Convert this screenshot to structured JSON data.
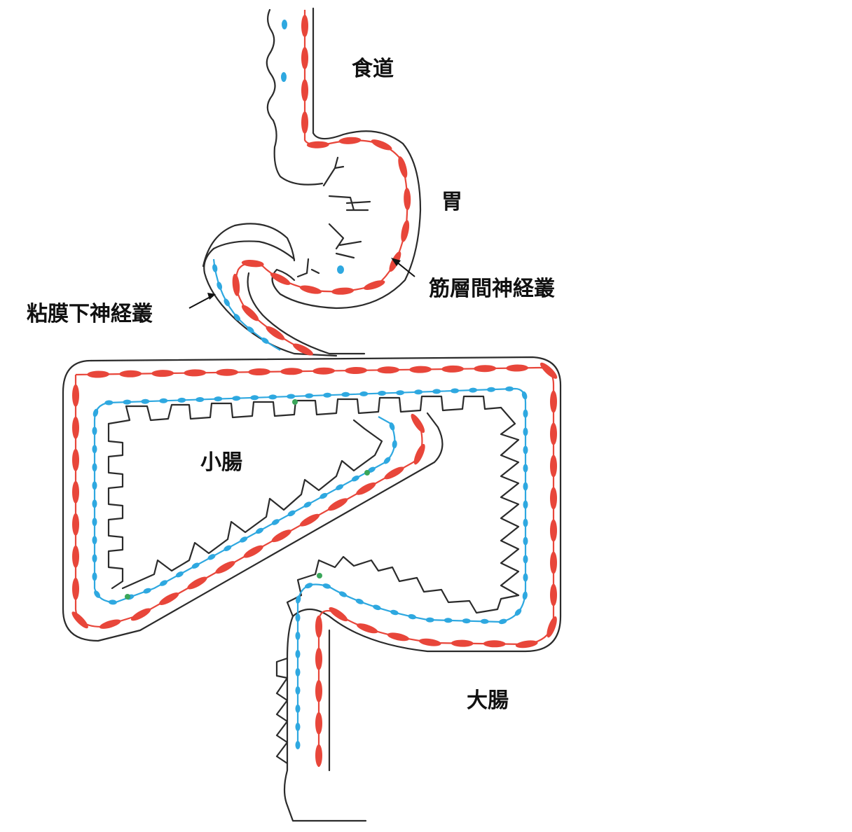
{
  "labels": {
    "esophagus": "食道",
    "stomach": "胃",
    "myenteric_plexus": "筋層間神経叢",
    "submucosal_plexus": "粘膜下神経叢",
    "small_intestine": "小腸",
    "large_intestine": "大腸"
  },
  "colors": {
    "myenteric": "#e8463a",
    "submucosal": "#2ea8e0",
    "other_cells": "#3aa65a",
    "outline": "#2b2b2b"
  }
}
